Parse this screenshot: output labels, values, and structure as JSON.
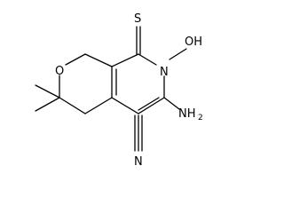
{
  "molecule": {
    "atoms": {
      "thione_s": "S",
      "ring_o": "O",
      "hydroxy_oh": "OH",
      "n_ring": "N",
      "amino_nh2": "NH",
      "amino_nh2_sub": "2",
      "nitrile_n": "N"
    },
    "colors": {
      "bond": "#000000",
      "label": "#000000",
      "background": "#ffffff"
    }
  }
}
